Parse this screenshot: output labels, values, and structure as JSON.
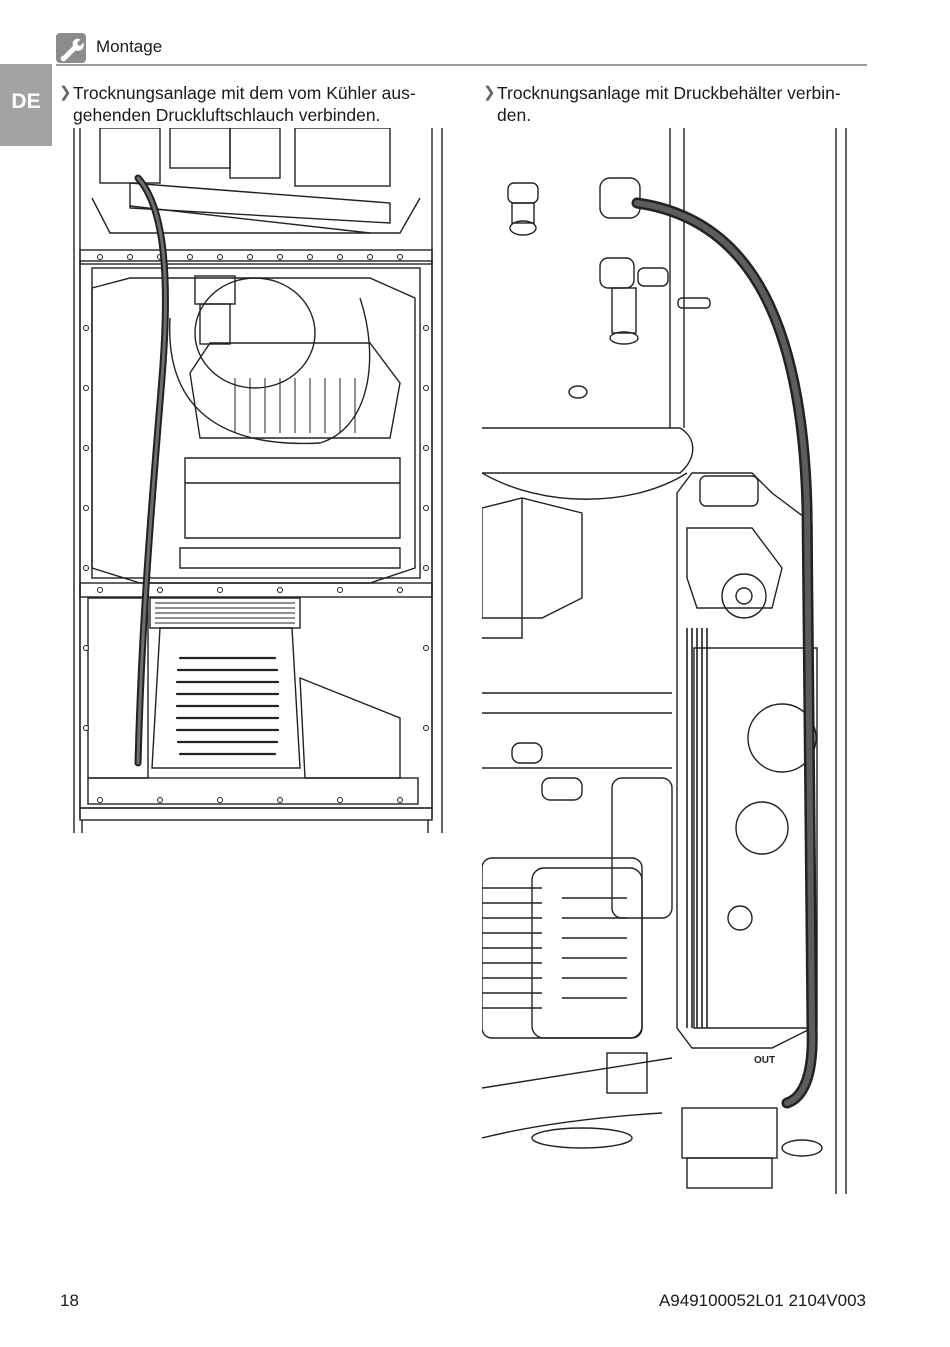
{
  "header": {
    "lang": "DE",
    "title": "Montage",
    "icon": "wrench-icon"
  },
  "instructions": {
    "left": {
      "line1": "Trocknungsanlage mit dem vom Kühler aus-",
      "line2": "gehenden Druckluftschlauch verbinden."
    },
    "right": {
      "line1": "Trocknungsanlage mit Druckbehälter verbin-",
      "line2": "den."
    }
  },
  "figures": {
    "right": {
      "out_label": "OUT"
    }
  },
  "footer": {
    "page_number": "18",
    "doc_code": "A949100052L01 2104V003"
  },
  "colors": {
    "tab_gray": "#a3a3a3",
    "rule_gray": "#9a9a9a",
    "text": "#1a1a1a"
  }
}
